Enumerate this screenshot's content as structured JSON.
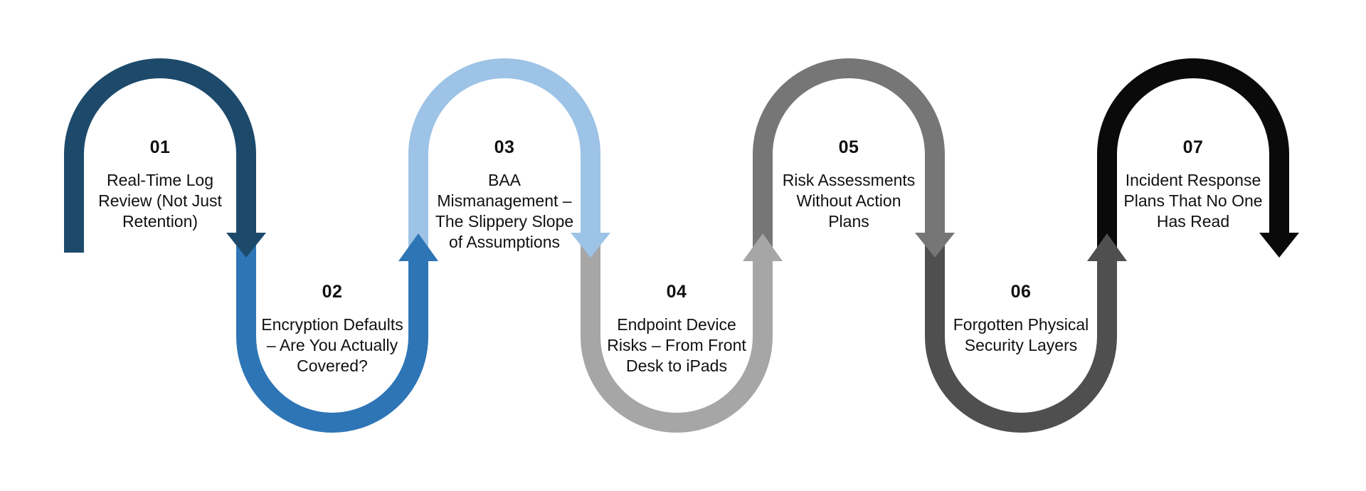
{
  "diagram": {
    "name": "serpentine-process-flow",
    "background_color": "#ffffff",
    "text_color": "#111111",
    "steps": [
      {
        "number": "01",
        "lines": [
          "Real-Time Log",
          "Review (Not Just",
          "Retention)"
        ],
        "color": "#1d4a6b",
        "position": "top",
        "arrow_direction": "down"
      },
      {
        "number": "02",
        "lines": [
          "Encryption Defaults",
          "– Are You Actually",
          "Covered?"
        ],
        "color": "#2e75b6",
        "position": "bottom",
        "arrow_direction": "up"
      },
      {
        "number": "03",
        "lines": [
          "BAA",
          "Mismanagement –",
          "The Slippery Slope",
          "of Assumptions"
        ],
        "color": "#9dc3e6",
        "position": "top",
        "arrow_direction": "down"
      },
      {
        "number": "04",
        "lines": [
          "Endpoint Device",
          "Risks – From Front",
          "Desk to iPads"
        ],
        "color": "#a6a6a6",
        "position": "bottom",
        "arrow_direction": "up"
      },
      {
        "number": "05",
        "lines": [
          "Risk Assessments",
          "Without Action",
          "Plans"
        ],
        "color": "#767676",
        "position": "top",
        "arrow_direction": "down"
      },
      {
        "number": "06",
        "lines": [
          "Forgotten Physical",
          "Security Layers"
        ],
        "color": "#4f4f4f",
        "position": "bottom",
        "arrow_direction": "up"
      },
      {
        "number": "07",
        "lines": [
          "Incident Response",
          "Plans That No One",
          "Has Read"
        ],
        "color": "#0a0a0a",
        "position": "top",
        "arrow_direction": "down"
      }
    ]
  }
}
